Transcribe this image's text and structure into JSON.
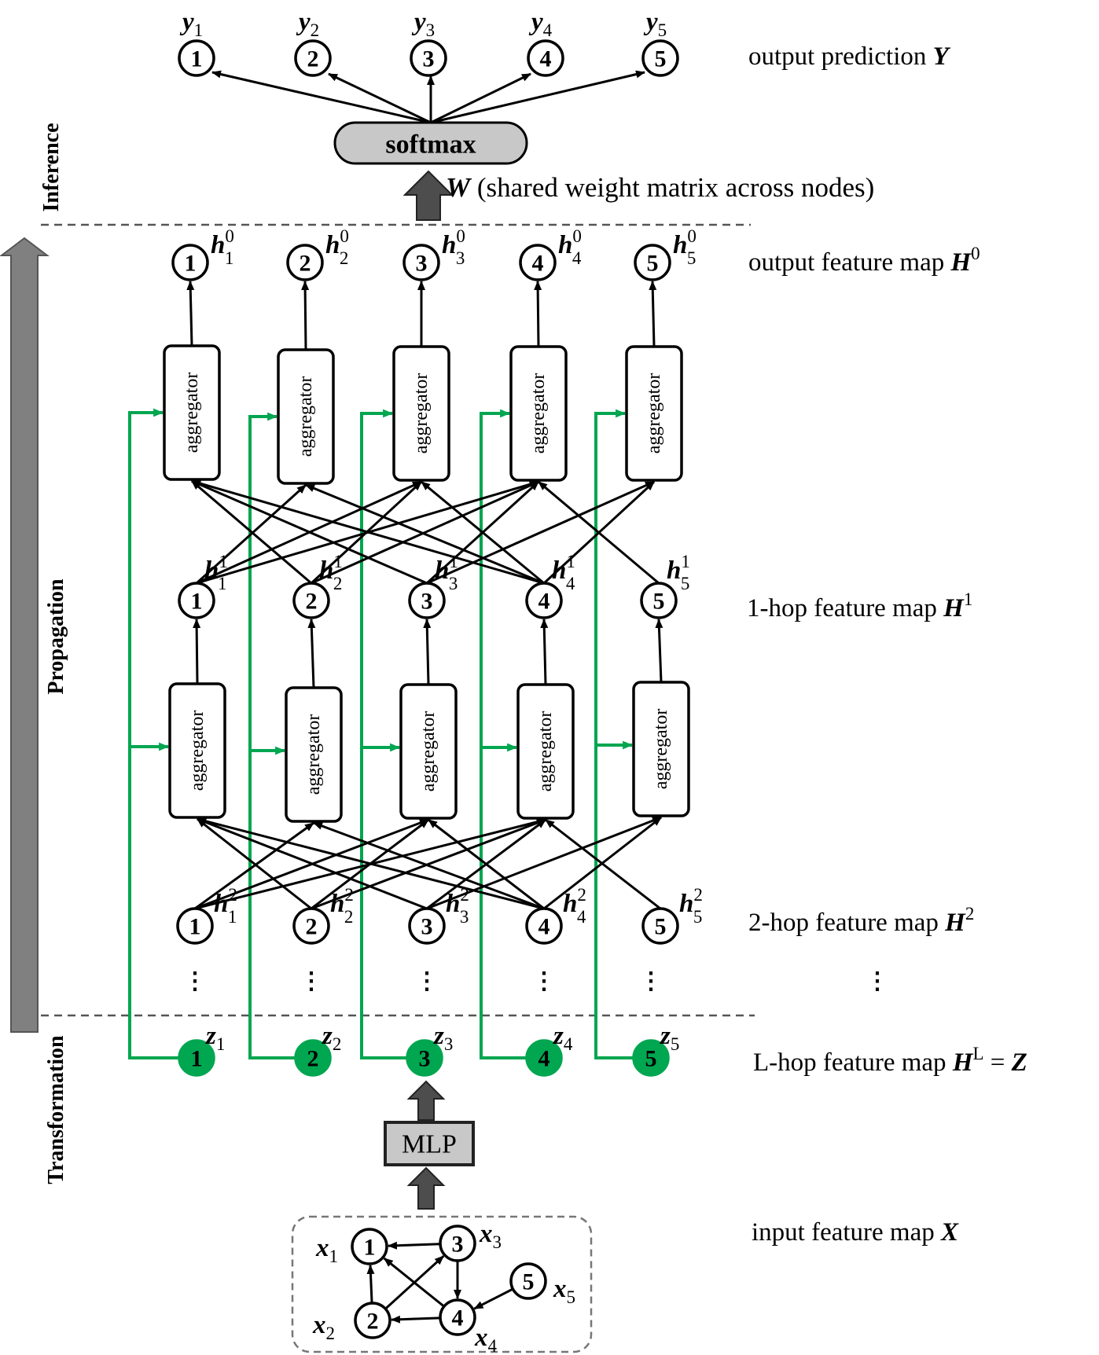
{
  "labels": {
    "inference": "Inference",
    "propagation": "Propagation",
    "transformation": "Transformation",
    "softmax": "softmax",
    "mlp": "MLP",
    "aggregator": "aggregator",
    "weight_symbol": "W",
    "weight_note": " (shared weight matrix across nodes)"
  },
  "rows": {
    "output_prediction": "output prediction ",
    "output_prediction_sym": "Y",
    "output_feature": "output feature map ",
    "output_feature_sym": "H",
    "output_feature_sup": "0",
    "hop1": "1-hop feature map ",
    "hop1_sym": "H",
    "hop1_sup": "1",
    "hop2": "2-hop feature map ",
    "hop2_sym": "H",
    "hop2_sup": "2",
    "lhop": "L-hop feature map ",
    "lhop_sym": "H",
    "lhop_sup": "L",
    "lhop_eq": " = ",
    "lhop_z": "Z",
    "input": "input feature map ",
    "input_sym": "X"
  },
  "node_ids": [
    "1",
    "2",
    "3",
    "4",
    "5"
  ],
  "symbols": {
    "y": "y",
    "h": "h",
    "z": "z",
    "x": "x",
    "sup0": "0",
    "sup1": "1",
    "sup2": "2"
  },
  "colors": {
    "green": "#00a650",
    "grey_box": "#c8c8c8",
    "dark_arrow": "#4d4d4d",
    "big_arrow": "#808080"
  }
}
